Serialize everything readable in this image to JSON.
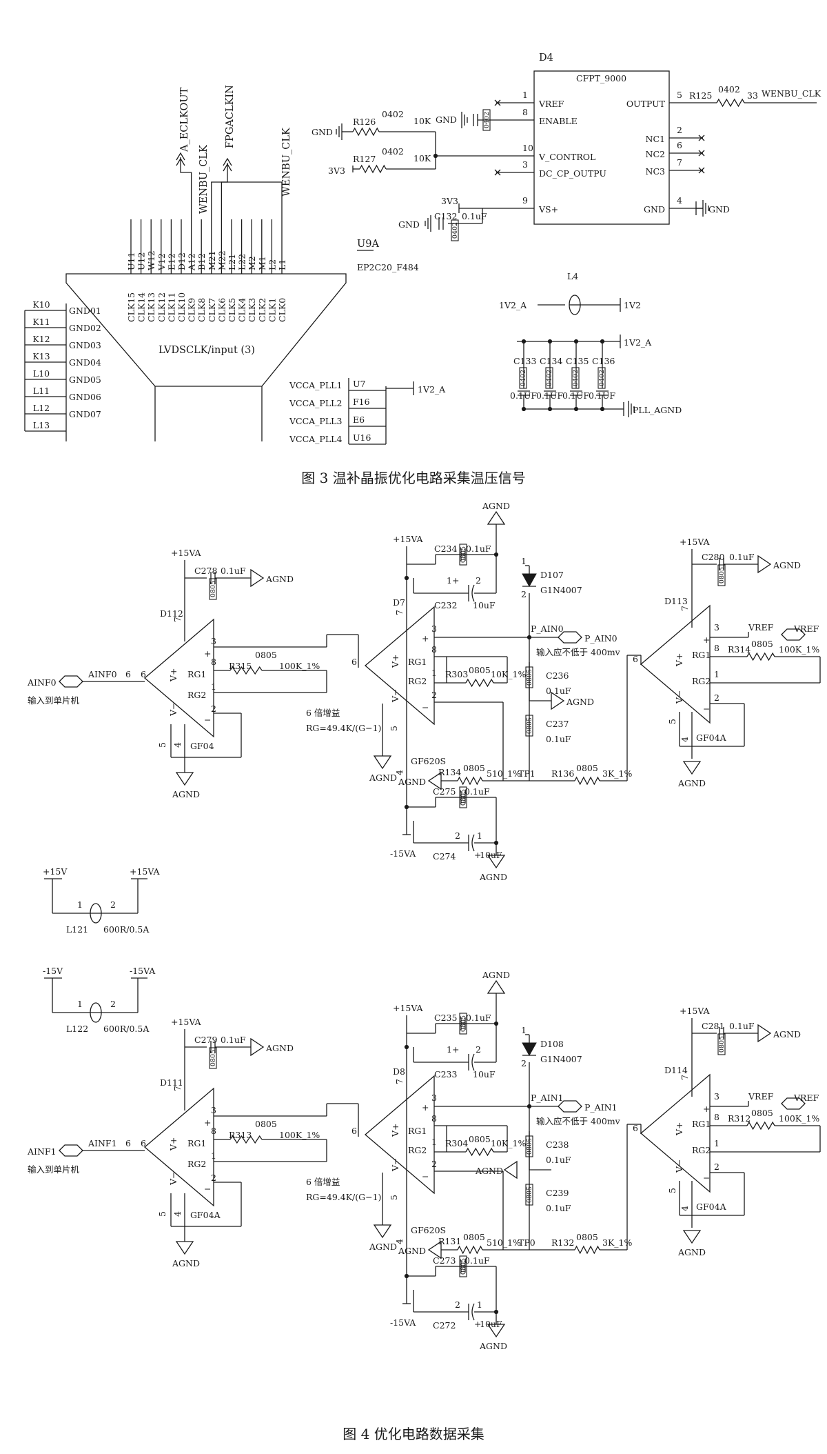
{
  "fig3": {
    "caption": "图 3  温补晶振优化电路采集温压信号",
    "top_nets": [
      "A_ECLKOUT",
      "FPGACLKIN",
      "WENBU_CLK",
      "WENBU_CLK"
    ],
    "pin_letters": [
      "U11",
      "U12",
      "W12",
      "V12",
      "E12",
      "D12",
      "A12",
      "B12",
      "M21",
      "M22",
      "L21",
      "L22",
      "M2",
      "M1",
      "L2",
      "L1"
    ],
    "clk_pins": [
      "CLK15",
      "CLK14",
      "CLK13",
      "CLK12",
      "CLK11",
      "CLK10",
      "CLK9",
      "CLK8",
      "CLK7",
      "CLK6",
      "CLK5",
      "CLK4",
      "CLK3",
      "CLK2",
      "CLK1",
      "CLK0"
    ],
    "fpga_ref": "U9A",
    "fpga_part": "EP2C20_F484",
    "fpga_label": "LVDSCLK/input (3)",
    "gnd_pins": [
      {
        "pin": "K10",
        "name": "GND01"
      },
      {
        "pin": "K11",
        "name": "GND02"
      },
      {
        "pin": "K12",
        "name": "GND03"
      },
      {
        "pin": "K13",
        "name": "GND04"
      },
      {
        "pin": "L10",
        "name": "GND05"
      },
      {
        "pin": "L11",
        "name": "GND06"
      },
      {
        "pin": "L12",
        "name": "GND07"
      },
      {
        "pin": "L13",
        "name": ""
      }
    ],
    "pll_pins": [
      {
        "name": "VCCA_PLL1",
        "pin": "U7"
      },
      {
        "name": "VCCA_PLL2",
        "pin": "F16"
      },
      {
        "name": "VCCA_PLL3",
        "pin": "E6"
      },
      {
        "name": "VCCA_PLL4",
        "pin": "U16"
      }
    ],
    "pll_rail": "1V2_A",
    "osc": {
      "ref": "D4",
      "part": "CFPT_9000",
      "left_pins": [
        {
          "num": "1",
          "name": "VREF"
        },
        {
          "num": "8",
          "name": "ENABLE"
        },
        {
          "num": "10",
          "name": "V_CONTROL"
        },
        {
          "num": "3",
          "name": "DC_CP_OUTPU"
        },
        {
          "num": "9",
          "name": "VS+"
        }
      ],
      "right_pins": [
        {
          "num": "5",
          "name": "OUTPUT"
        },
        {
          "num": "2",
          "name": "NC1"
        },
        {
          "num": "6",
          "name": "NC2"
        },
        {
          "num": "7",
          "name": "NC3"
        },
        {
          "num": "4",
          "name": "GND"
        }
      ]
    },
    "r125": {
      "ref": "R125",
      "pkg": "0402",
      "val": "33",
      "net": "WENBU_CLK"
    },
    "r126": {
      "ref": "R126",
      "pkg": "0402",
      "val": "10K",
      "net": "GND"
    },
    "r127": {
      "ref": "R127",
      "pkg": "0402",
      "val": "10K",
      "net": "3V3"
    },
    "c132": {
      "ref": "C132",
      "pkg": "0402",
      "val": "0.1uF",
      "net": "GND"
    },
    "c131_pkg": "0402",
    "gnd": "GND",
    "v3v3": "3V3",
    "l4": {
      "ref": "L4",
      "left": "1V2_A",
      "right": "1V2"
    },
    "decap_rail": "1V2_A",
    "decaps": [
      {
        "ref": "C133",
        "pkg": "0402",
        "val": "0.1UF"
      },
      {
        "ref": "C134",
        "pkg": "0402",
        "val": "0.1UF"
      },
      {
        "ref": "C135",
        "pkg": "0402",
        "val": "0.1UF"
      },
      {
        "ref": "C136",
        "pkg": "0402",
        "val": "0.1UF"
      }
    ],
    "pll_agnd": "PLL_AGND"
  },
  "fig4": {
    "caption": "图 4  优化电路数据采集",
    "ferrites": [
      {
        "ref": "L121",
        "from": "+15V",
        "to": "+15VA",
        "val": "600R/0.5A",
        "p1": "1",
        "p2": "2"
      },
      {
        "ref": "L122",
        "from": "-15V",
        "to": "-15VA",
        "val": "600R/0.5A",
        "p1": "1",
        "p2": "2"
      }
    ],
    "channels": [
      {
        "input": "AINF0",
        "net": "AINF0",
        "mcu_note": "输入到单片机",
        "buf1": {
          "ref": "D112",
          "part": "GF04",
          "cap": "C278",
          "cap_val": "0.1uF",
          "rg": "R315",
          "rg_val": "100K_1%"
        },
        "gain_note": "6 倍增益",
        "gain_formula": "RG=49.4K/(G−1)",
        "amp": {
          "ref": "D7",
          "part": "GF620S",
          "rg": "R303",
          "rg_val": "10K_1%",
          "c_top": "C234",
          "c_top_val": "0.1uF",
          "c_pol": "C232",
          "c_pol_val": "10uF",
          "c_bot": "C275",
          "c_bot_val": "0.1uF",
          "c_pol2": "C274",
          "c_pol2_val": "10uF"
        },
        "diode": {
          "ref": "D107",
          "part": "G1N4007"
        },
        "out_net": "P_AIN0",
        "out_port": "P_AIN0",
        "out_note": "输入应不低于 400mv",
        "c_a": "C236",
        "c_a_val": "0.1uF",
        "c_b": "C237",
        "c_b_val": "0.1uF",
        "r_ref": "R134",
        "r_ref_val": "510_1%",
        "tp": "TP1",
        "r_out": "R136",
        "r_out_val": "3K_1%",
        "buf2": {
          "ref": "D113",
          "part": "GF04A",
          "cap": "C280",
          "cap_val": "0.1uF",
          "rg": "R314",
          "rg_val": "100K_1%"
        }
      },
      {
        "input": "AINF1",
        "net": "AINF1",
        "mcu_note": "输入到单片机",
        "buf1": {
          "ref": "D111",
          "part": "GF04A",
          "cap": "C279",
          "cap_val": "0.1uF",
          "rg": "R313",
          "rg_val": "100K_1%"
        },
        "gain_note": "6 倍增益",
        "gain_formula": "RG=49.4K/(G−1)",
        "amp": {
          "ref": "D8",
          "part": "GF620S",
          "rg": "R304",
          "rg_val": "10K_1%",
          "c_top": "C235",
          "c_top_val": "0.1uF",
          "c_pol": "C233",
          "c_pol_val": "10uF",
          "c_bot": "C273",
          "c_bot_val": "0.1uF",
          "c_pol2": "C272",
          "c_pol2_val": "10uF"
        },
        "diode": {
          "ref": "D108",
          "part": "G1N4007"
        },
        "out_net": "P_AIN1",
        "out_port": "P_AIN1",
        "out_note": "输入应不低于 400mv",
        "c_a": "C238",
        "c_a_val": "0.1uF",
        "c_b": "C239",
        "c_b_val": "0.1uF",
        "r_ref": "R131",
        "r_ref_val": "510_1%",
        "tp": "TP0",
        "r_out": "R132",
        "r_out_val": "3K_1%",
        "buf2": {
          "ref": "D114",
          "part": "GF04A",
          "cap": "C281",
          "cap_val": "0.1uF",
          "rg": "R312",
          "rg_val": "100K_1%"
        }
      }
    ],
    "common": {
      "pkg": "0805",
      "vplus": "+15VA",
      "vminus": "-15VA",
      "agnd": "AGND",
      "vref": "VREF",
      "rg1": "RG1",
      "rg2": "RG2",
      "vpos": "V+",
      "vneg": "V−",
      "pin_out": "6",
      "pin3": "3",
      "pin8": "8",
      "pin1": "1",
      "pin2": "2",
      "pin4": "4",
      "pin5": "5",
      "pin7": "7",
      "plus": "+",
      "minus": "−",
      "cap_plus": "1+",
      "cap_two": "2",
      "cap_one": "1",
      "cap_pos": "+"
    }
  }
}
